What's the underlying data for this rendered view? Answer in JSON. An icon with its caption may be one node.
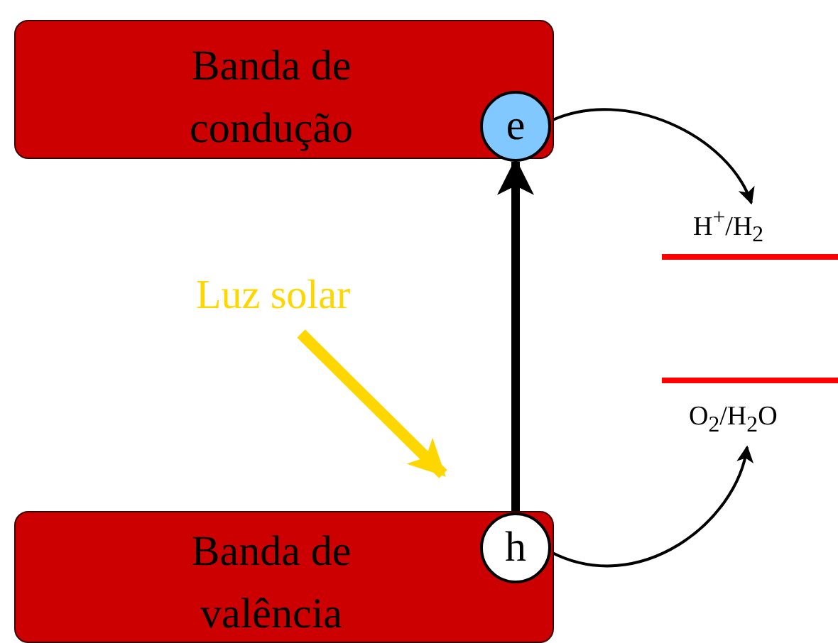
{
  "diagram": {
    "nodes": [
      {
        "text": [
          "Banda de condução"
        ]
      },
      {
        "text": [
          "e"
        ],
        "in": 0
      },
      {
        "text": [
          "H$^{+}$/H$_{2}$"
        ]
      },
      {
        "text": [
          "Luz solar"
        ]
      },
      {
        "text": [
          "O$_{2}$/H$_{2}$O"
        ]
      },
      {
        "text": [
          "Banda de valência"
        ]
      },
      {
        "text": [
          "h"
        ],
        "in": 5
      }
    ],
    "edges": [
      {
        "from": 1,
        "to": 2,
        "arrow": "to"
      },
      {
        "from": 6,
        "to": 1,
        "arrow": "to",
        "style": "thick"
      },
      {
        "from": 3,
        "to": 5,
        "arrow": "to",
        "style": "thick",
        "color": "#ffd700"
      },
      {
        "from": 6,
        "to": 4,
        "arrow": "to"
      }
    ]
  }
}
